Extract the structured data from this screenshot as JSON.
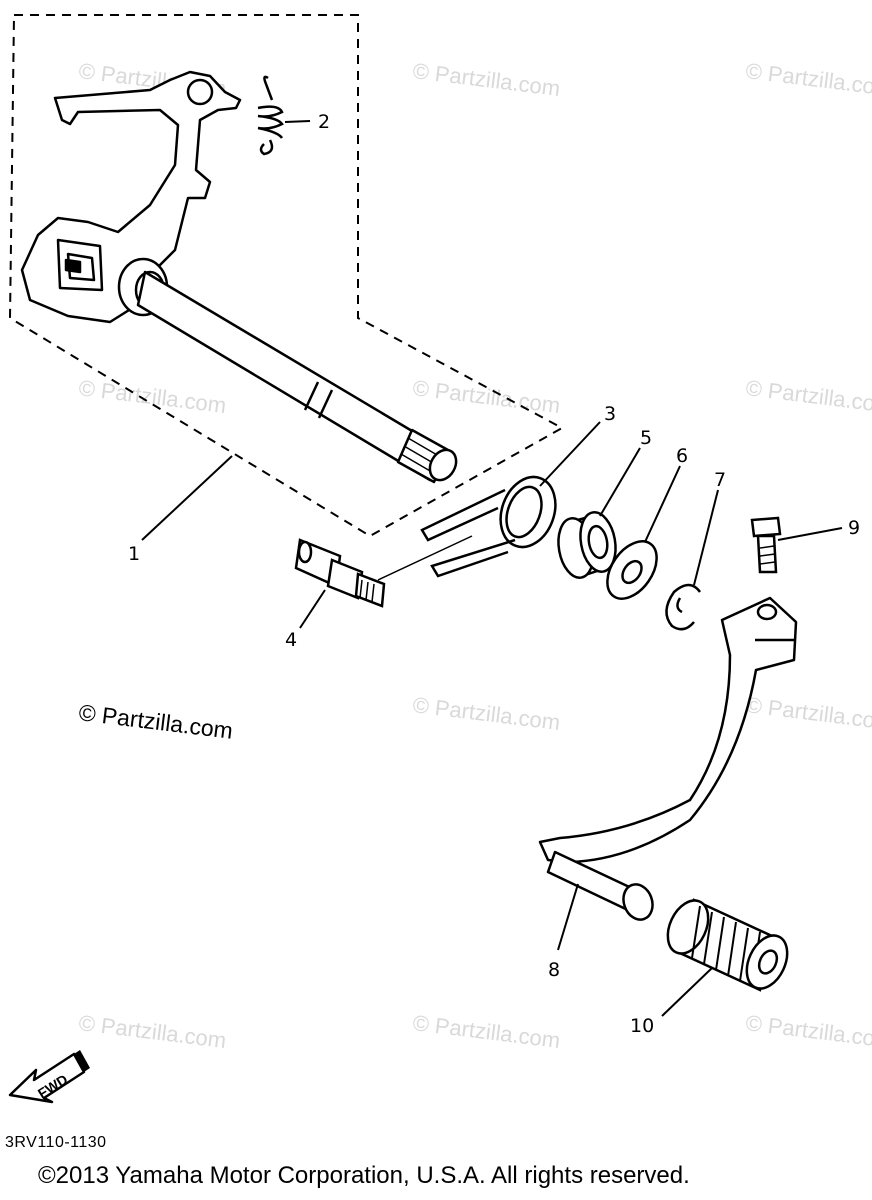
{
  "diagram": {
    "callouts": [
      "1",
      "2",
      "3",
      "4",
      "5",
      "6",
      "7",
      "8",
      "9",
      "10"
    ],
    "fwd_label": "FWD",
    "watermark": "© Partzilla.com",
    "watermark_prominent": "© Partzilla.com",
    "diagram_code": "3RV110-1130",
    "copyright": "©2013 Yamaha Motor Corporation, U.S.A. All rights reserved."
  }
}
